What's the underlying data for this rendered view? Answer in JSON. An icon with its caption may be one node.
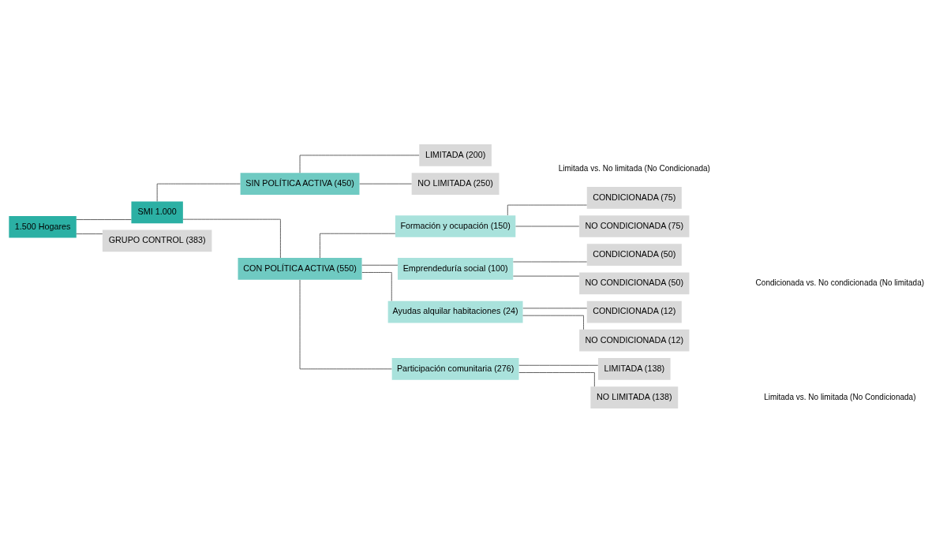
{
  "diagram": {
    "nodes": [
      {
        "text": [
          "SMI 1.000"
        ]
      },
      {
        "text": [
          "SIN POLÍTICA ACTIVA (450)"
        ]
      },
      {
        "text": [
          "LIMITADA (200)"
        ]
      },
      {
        "text": [
          "NO LIMITADA (250)"
        ]
      },
      {
        "text": [
          "CON POLÍTICA ACTIVA (550)"
        ]
      },
      {
        "text": [
          "Formación y ocupación (150)"
        ]
      },
      {
        "text": [
          "CONDICIONADA (75)"
        ]
      },
      {
        "text": [
          "NO CONDICIONADA (75)"
        ]
      },
      {
        "text": [
          "Emprendeduría social (100)"
        ]
      },
      {
        "text": [
          "CONDICIONADA (50)"
        ]
      },
      {
        "text": [
          "NO CONDICIONADA (50)"
        ]
      },
      {
        "text": [
          "Ayudas alquilar habitaciones (24)"
        ]
      },
      {
        "text": [
          "CONDICIONADA (12)"
        ]
      },
      {
        "text": [
          "NO CONDICIONADA (12)"
        ]
      },
      {
        "text": [
          "Participación comunitaria (276)"
        ]
      },
      {
        "text": [
          "LIMITADA (138)"
        ]
      },
      {
        "text": [
          "NO LIMITADA (138)"
        ]
      },
      {
        "text": [
          "1.500 Hogares"
        ]
      },
      {
        "text": [
          "GRUPO CONTROL (383)"
        ]
      }
    ],
    "edges": [
      {
        "from": 17,
        "to": 0,
        "arrow": "none"
      },
      {
        "from": 0,
        "to": 1,
        "arrow": "none"
      },
      {
        "from": 0,
        "to": 4,
        "arrow": "none"
      },
      {
        "from": 1,
        "to": 2,
        "arrow": "none"
      },
      {
        "from": 1,
        "to": 3,
        "arrow": "none"
      },
      {
        "from": 4,
        "to": 5,
        "arrow": "none"
      },
      {
        "from": 4,
        "to": 8,
        "arrow": "none"
      },
      {
        "from": 4,
        "to": 11,
        "arrow": "none"
      },
      {
        "from": 4,
        "to": 14,
        "arrow": "none"
      },
      {
        "from": 5,
        "to": 6,
        "arrow": "none"
      },
      {
        "from": 5,
        "to": 7,
        "arrow": "none"
      },
      {
        "from": 8,
        "to": 9,
        "arrow": "none"
      },
      {
        "from": 8,
        "to": 10,
        "arrow": "none"
      },
      {
        "from": 11,
        "to": 12,
        "arrow": "none"
      },
      {
        "from": 11,
        "to": 13,
        "arrow": "none"
      },
      {
        "from": 14,
        "to": 15,
        "arrow": "none"
      },
      {
        "from": 14,
        "to": 16,
        "arrow": "none"
      },
      {
        "from": 17,
        "to": 18,
        "arrow": "none"
      }
    ],
    "labels": [
      "Limitada vs. No limitada (No Condicionada)",
      "Condicionada vs. No condicionada (No limitada)",
      "Limitada vs. No limitada (No Condicionada)"
    ]
  }
}
